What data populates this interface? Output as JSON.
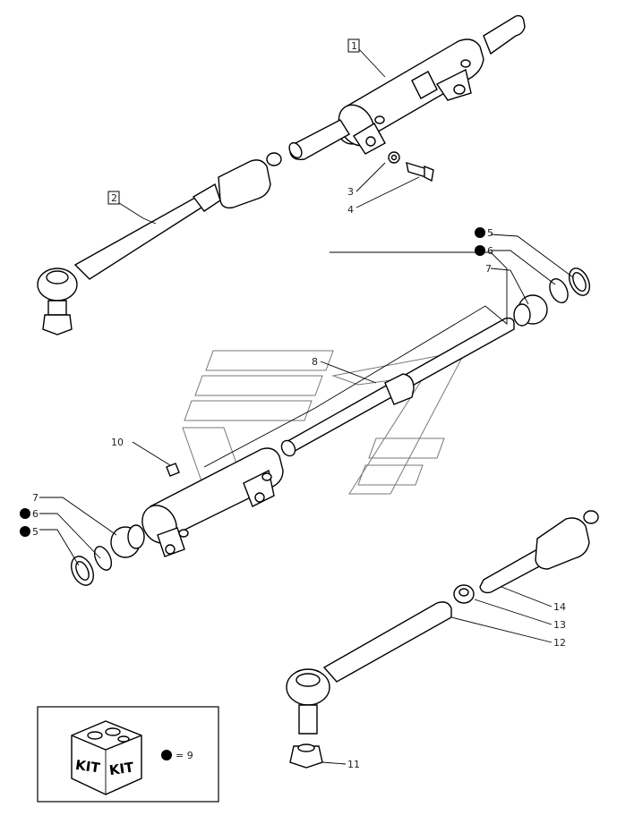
{
  "callouts": {
    "c1": "1",
    "c2": "2",
    "c3": "3",
    "c4": "4",
    "c5_top": "5",
    "c6_top": "6",
    "c7": "7",
    "c8": "8",
    "c10": "10",
    "c7_left": "7",
    "c6_left": "6",
    "c5_left": "5",
    "c11": "11",
    "c12": "12",
    "c13": "13",
    "c14": "14"
  },
  "kit_box": {
    "label_left": "KIT",
    "label_right": "KIT",
    "legend_equals": "= 9"
  },
  "colors": {
    "line": "#000000",
    "watermark": "#777777",
    "background": "#ffffff"
  }
}
